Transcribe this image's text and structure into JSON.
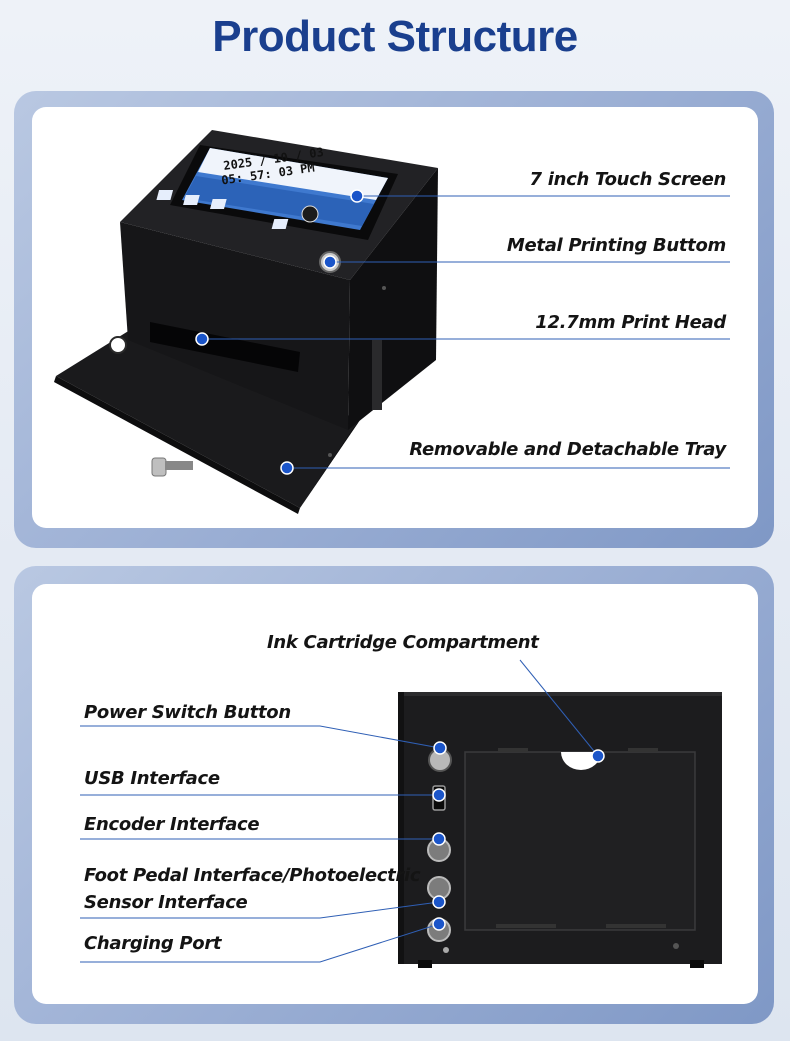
{
  "page_title": "Product Structure",
  "top_panel": {
    "labels": [
      "7 inch Touch Screen",
      "Metal Printing Buttom",
      "12.7mm Print Head",
      "Removable and Detachable Tray"
    ],
    "screen": {
      "date": "2025 / 10 / 03",
      "time": "05: 57: 03 PM"
    }
  },
  "bottom_panel": {
    "labels": [
      "Ink Cartridge Compartment",
      "Power Switch Button",
      "USB Interface",
      "Encoder Interface",
      "Foot Pedal Interface/Photoelectric",
      "Sensor Interface",
      "Charging Port"
    ]
  },
  "colors": {
    "title": "#1a3f8e",
    "callout_line": "#2f5fb5",
    "callout_dot": "#1b55c9",
    "device_body": "#1c1c1e"
  }
}
